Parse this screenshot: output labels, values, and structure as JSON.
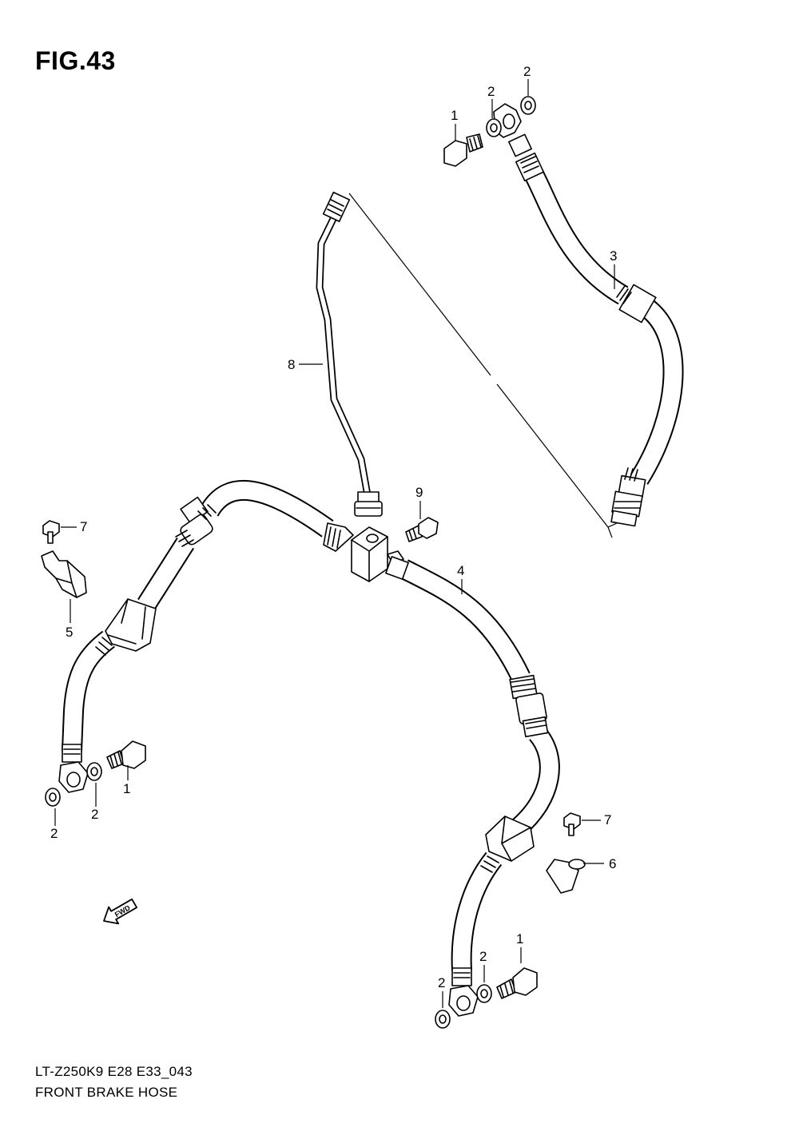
{
  "figure": {
    "title": "FIG.43",
    "model_code": "LT-Z250K9 E28 E33_043",
    "name": "FRONT BRAKE HOSE"
  },
  "callouts": {
    "bolt_top": "1",
    "washer_top_a": "2",
    "washer_top_b": "2",
    "hose_upper": "3",
    "hose_right": "4",
    "clamp_left": "5",
    "clamp_right": "6",
    "bolt_clamp_left": "7",
    "bolt_clamp_right": "7",
    "brake_pipe": "8",
    "joint_bolt": "9",
    "bolt_left": "1",
    "washer_left_a": "2",
    "washer_left_b": "2",
    "bolt_right": "1",
    "washer_right_a": "2",
    "washer_right_b": "2"
  },
  "fwd_arrow": {
    "label": "FWD",
    "icon": "forward-direction-arrow-icon"
  }
}
